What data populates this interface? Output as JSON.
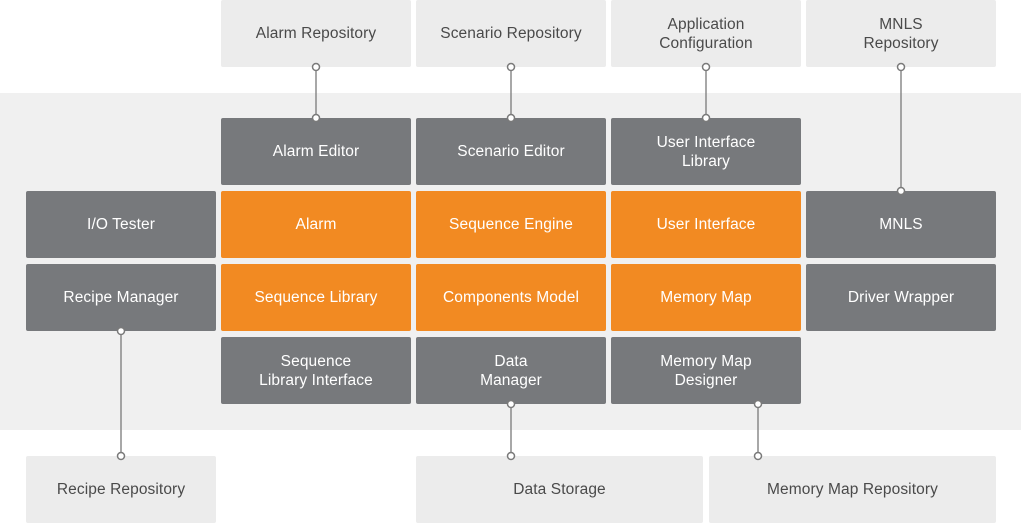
{
  "colors": {
    "panel": "#f0f0f0",
    "repository": "#ececec",
    "module": "#77797c",
    "core": "#f28a22",
    "connector": "#7a7a7a"
  },
  "repositories": {
    "alarm": "Alarm Repository",
    "scenario": "Scenario Repository",
    "app_config": "Application\nConfiguration",
    "mnls": "MNLS\nRepository",
    "recipe": "Recipe Repository",
    "data_storage": "Data Storage",
    "memory_map": "Memory Map Repository"
  },
  "modules": {
    "alarm_editor": "Alarm Editor",
    "scenario_editor": "Scenario Editor",
    "ui_library": "User Interface\nLibrary",
    "io_tester": "I/O Tester",
    "recipe_manager": "Recipe Manager",
    "mnls": "MNLS",
    "driver_wrapper": "Driver Wrapper",
    "sequence_library_interface": "Sequence\nLibrary Interface",
    "data_manager": "Data\nManager",
    "memory_map_designer": "Memory Map\nDesigner"
  },
  "core": {
    "alarm": "Alarm",
    "sequence_engine": "Sequence Engine",
    "user_interface": "User Interface",
    "sequence_library": "Sequence Library",
    "components_model": "Components Model",
    "memory_map": "Memory Map"
  },
  "connections": [
    {
      "from": "Alarm Repository",
      "to": "Alarm Editor"
    },
    {
      "from": "Scenario Repository",
      "to": "Scenario Editor"
    },
    {
      "from": "Application Configuration",
      "to": "User Interface Library"
    },
    {
      "from": "MNLS Repository",
      "to": "MNLS"
    },
    {
      "from": "Recipe Manager",
      "to": "Recipe Repository"
    },
    {
      "from": "Data Manager",
      "to": "Data Storage"
    },
    {
      "from": "Memory Map Designer",
      "to": "Memory Map Repository"
    }
  ]
}
